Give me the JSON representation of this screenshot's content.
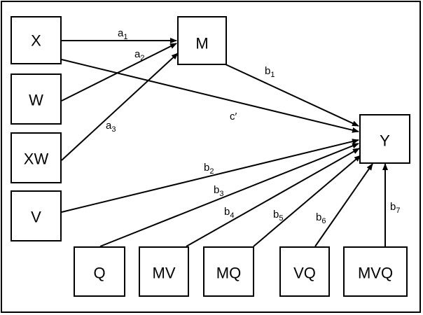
{
  "nodes": {
    "X": "X",
    "W": "W",
    "XW": "XW",
    "V": "V",
    "M": "M",
    "Y": "Y",
    "Q": "Q",
    "MV": "MV",
    "MQ": "MQ",
    "VQ": "VQ",
    "MVQ": "MVQ"
  },
  "paths": {
    "a1": {
      "base": "a",
      "sub": "1"
    },
    "a2": {
      "base": "a",
      "sub": "2"
    },
    "a3": {
      "base": "a",
      "sub": "3"
    },
    "b1": {
      "base": "b",
      "sub": "1"
    },
    "b2": {
      "base": "b",
      "sub": "2"
    },
    "b3": {
      "base": "b",
      "sub": "3"
    },
    "b4": {
      "base": "b",
      "sub": "4"
    },
    "b5": {
      "base": "b",
      "sub": "5"
    },
    "b6": {
      "base": "b",
      "sub": "6"
    },
    "b7": {
      "base": "b",
      "sub": "7"
    },
    "c_prime": "c′"
  },
  "colors": {
    "stroke": "#000000",
    "background": "#ffffff"
  }
}
